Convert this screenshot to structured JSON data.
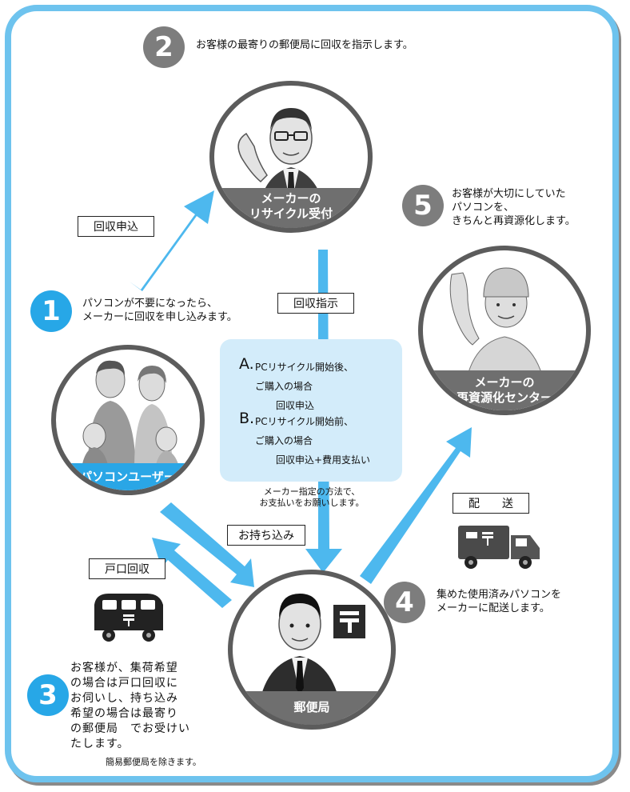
{
  "steps": {
    "s1": {
      "num": "1",
      "text": "パソコンが不要になったら、\nメーカーに回収を申し込みます。"
    },
    "s2": {
      "num": "2",
      "text": "お客様の最寄りの郵便局に回収を指示します。"
    },
    "s3": {
      "num": "3",
      "text": "お客様が、集荷希望\nの場合は戸口回収に\nお伺いし、持ち込み\n希望の場合は最寄り\nの郵便局　でお受けい\nたします。",
      "note": "簡易郵便局を除きます。"
    },
    "s4": {
      "num": "4",
      "text": "集めた使用済みパソコンを\nメーカーに配送します。"
    },
    "s5": {
      "num": "5",
      "text": "お客様が大切にしていた\nパソコンを、\nきちんと再資源化します。"
    }
  },
  "nodes": {
    "maker_reception": "メーカーの\nリサイクル受付",
    "user": "パソコンユーザー",
    "post_office": "郵便局",
    "recycle_center": "メーカーの\n再資源化センター"
  },
  "labels": {
    "apply": "回収申込",
    "instruct": "回収指示",
    "door": "戸口回収",
    "carry_in": "お持ち込み",
    "ship": "配　　送"
  },
  "info_box": {
    "a_letter": "A.",
    "a_title": "PCリサイクル開始後、",
    "a_sub": "ご購入の場合",
    "a_item": "回収申込",
    "b_letter": "B.",
    "b_title": "PCリサイクル開始前、",
    "b_sub": "ご購入の場合",
    "b_item": "回収申込+費用支払い"
  },
  "payment_note": "メーカー指定の方法で、\nお支払いをお願いします。",
  "icons": [
    "postal-mark-icon",
    "mail-van-icon",
    "delivery-truck-icon",
    "reception-staff-figure",
    "family-figure",
    "post-office-clerk-figure",
    "recycle-worker-figure"
  ],
  "colors": {
    "frame": "#6ec3ee",
    "arrow": "#4db8ee",
    "gray_number": "#7d7d7d",
    "blue_number": "#27a7e7",
    "info_bg": "#d3ecfa"
  }
}
